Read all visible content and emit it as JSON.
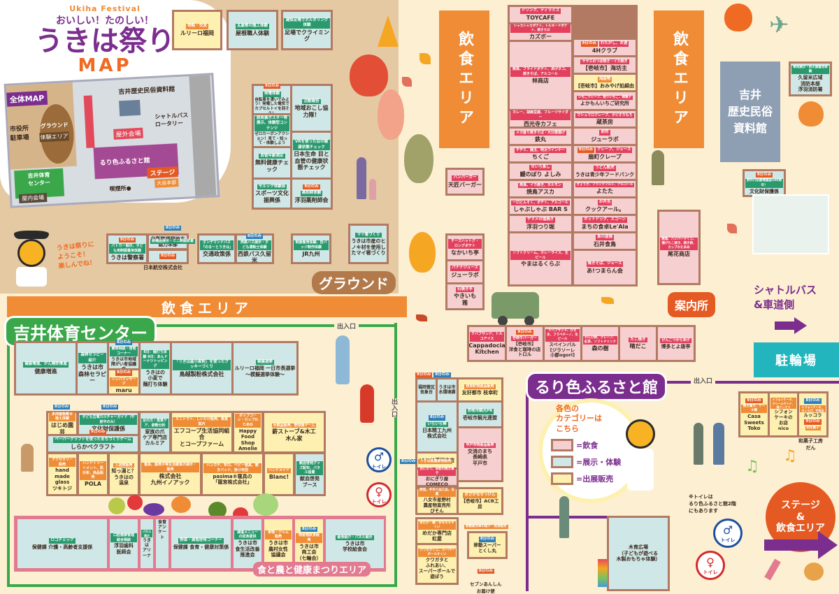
{
  "header": {
    "subtitle_en": "Ukiha Festival",
    "tagline": "おいしい！たのしい！",
    "title": "うきは祭り",
    "title_map": "MAP"
  },
  "overview_map": {
    "label": "全体MAP",
    "city_hall_parking": "市役所\n駐車場",
    "ground": "グラウンド",
    "experience_area": "体験エリア",
    "museum": "吉井歴史民俗資料館",
    "shuttle_rotary": "シャトルバス\nロータリー",
    "outdoor_venue": "屋外会場",
    "ruri_hall": "るり色ふるさと館",
    "stage": "ステージ",
    "hq": "大会本部",
    "gym": "吉井体育\nセンター",
    "indoor_venue": "屋内会場",
    "smoking_area": "喫煙所●"
  },
  "mascot": {
    "speech": "うきは祭りに\nようこそ！\n楽しんでね！"
  },
  "colors": {
    "food": "#f6cfd0",
    "exhibit": "#cfe7e6",
    "sales": "#fdf0b0",
    "orange": "#ef8c35",
    "purple": "#7b2e8e",
    "green": "#3aa84a",
    "teal": "#22b5be",
    "border": "#b27a63"
  },
  "ground_area": {
    "label": "グラウンド",
    "booths": [
      {
        "tags": [
          "物販・交流"
        ],
        "name": "ルリーロ福岡",
        "cat": "sales"
      },
      {
        "tags": [
          "瓦屋根の施工体験"
        ],
        "name": "屋根職人体験",
        "cat": "exhibit"
      },
      {
        "tags": [
          "建設足場でボルダリング体験"
        ],
        "name": "足場でクライミング",
        "cat": "exhibit"
      },
      {
        "tags": [
          "9日のみ",
          "発電体験"
        ],
        "name": "自転車を漕いでみよう！発電した電気でカプセルトイを回そう！",
        "cat": "exhibit"
      },
      {
        "tags": [
          "活動報告"
        ],
        "name": "地域おこし協力隊！",
        "cat": "exhibit"
      },
      {
        "tags": [
          "脱炭素ポスター等展示、体験型コンテンツ"
        ],
        "name": "ゼロカーボンアクション！見て・知って・体験しよう",
        "cat": "exhibit"
      },
      {
        "tags": [
          "VRを使った目の健康状態チェック"
        ],
        "name": "日本生命 目と血管の健康状態チェック",
        "cat": "exhibit"
      },
      {
        "tags": [
          "血管年齢測定"
        ],
        "name": "無料健康チェック",
        "cat": "exhibit"
      },
      {
        "tags": [
          "モルック体験会"
        ],
        "name": "スポーツ文化振興係",
        "cat": "exhibit"
      },
      {
        "tags": [
          "9日のみ",
          "薬剤師体験"
        ],
        "name": "浮羽薬剤師会",
        "cat": "exhibit"
      },
      {
        "tags": [
          "8日のみ",
          "装備品展示・ミニ制服試着"
        ],
        "name": "自衛隊福岡地方協力本部",
        "cat": "exhibit"
      },
      {
        "tags": [
          "9日のみ",
          "パトカー展示、子ども用制服着用体験"
        ],
        "name": "うきは警察署",
        "cat": "exhibit"
      },
      {
        "tags": [
          "9日のみ",
          "JAL制服着せ替え体験、カプセルトイ"
        ],
        "name": "日本航空株式会社",
        "cat": "exhibit"
      },
      {
        "tags": [
          "オンデマンドバス「のるーとうきは」"
        ],
        "name": "交通政策係",
        "cat": "exhibit"
      },
      {
        "tags": [
          "8日のみ",
          "西鉄バス展示・子ども運転士体験"
        ],
        "name": "西鉄バス久留米",
        "cat": "exhibit"
      },
      {
        "tags": [
          "制服着用体験、缶バッジ制作体験"
        ],
        "name": "JR九州",
        "cat": "exhibit"
      },
      {
        "tags": [
          "マイ箸づくり"
        ],
        "name": "うきは市産のヒノキ材を使用したマイ箸づくり",
        "cat": "exhibit"
      }
    ]
  },
  "food_banner": {
    "label": "飲食エリア"
  },
  "gym": {
    "title": "吉井体育センター",
    "entrance": "出入口",
    "side_entrance": "出入口",
    "row1": [
      {
        "tags": [
          "健康増進、がん検診推進"
        ],
        "name": "健康増進",
        "cat": "exhibit"
      },
      {
        "tags": [
          "森林セラピー紹介"
        ],
        "name": "うきは市\n森林セラピー",
        "cat": "exhibit"
      },
      {
        "tags": [
          "8日のみ",
          "療育相談・啓発コーナー"
        ],
        "name": "うきは市地域障がい者協議会",
        "cat": "exhibit"
      },
      {
        "tags": [
          "9日のみ",
          "リンパマッサージ"
        ],
        "name": "maru",
        "cat": "sales"
      },
      {
        "tags": [
          "8日：麺打ち体験 9日：あんドーナツトッピング"
        ],
        "name": "うきはの\n小麦で\n麺打ち体験",
        "cat": "exhibit"
      },
      {
        "tags": [
          "「うきは産小麦粉」を使ったクッキーづくり"
        ],
        "name": "鳥越製粉株式会社",
        "cat": "exhibit"
      },
      {
        "tags": [
          "模擬選挙"
        ],
        "name": "ルリーロ福岡 一日市長選挙\n〜模擬選挙体験〜",
        "cat": "exhibit"
      }
    ],
    "row2": [
      {
        "tags": [
          "8日のみ",
          "多肉植物寄せ植え体験"
        ],
        "name": "はじめ園芸",
        "cat": "sales"
      },
      {
        "tags": [
          "8日のみ",
          "子ども古墳カルチャーガイド（午前中のみ）"
        ],
        "name": "文化財保護係",
        "cat": "exhibit"
      },
      {
        "tags": [
          "9日のみ",
          "ペーパークラフトを使ったまちづくりゲーム"
        ],
        "name": "しらかベクラフト",
        "cat": "exhibit"
      },
      {
        "tags": [
          "足の爪・角質ケア、姿勢分析"
        ],
        "name": "家族の爪\nケア専門店\nカルミア",
        "cat": "exhibit"
      },
      {
        "tags": [
          "ミニトマト、しいたけ販売、事業案内"
        ],
        "name": "エフコープ生活協同組合\nとコープファーム",
        "cat": "sales"
      },
      {
        "tags": [
          "ポップコーン・カップわたあめ"
        ],
        "name": "Happy\nFood\nShop\nAmelie",
        "cat": "sales"
      },
      {
        "tags": [
          "木製品販売、野球盤ゲーム"
        ],
        "name": "薪ストーブ&木工\n木ん家",
        "cat": "sales"
      }
    ],
    "row3": [
      {
        "tags": [
          "アクセサリー販売"
        ],
        "name": "hand made\nglass\nツキトジ",
        "cat": "sales"
      },
      {
        "tags": [
          "ハンドトリートメント、肌分析、商品販売"
        ],
        "name": "POLA",
        "cat": "sales"
      },
      {
        "tags": [
          "入浴剤販売"
        ],
        "name": "知っ湯と？\nうきはの\n温泉",
        "cat": "sales"
      },
      {
        "tags": [
          "寝具、座椅子等生活雑貨の展示・販売"
        ],
        "name": "株式会社\n九州イノアック",
        "cat": "sales"
      },
      {
        "tags": [
          "ハンカチ、布巾、ベビー寝具、敷きパッド、掛け布団"
        ],
        "name": "pasima®寝具の\n「龍宮株式会社」",
        "cat": "sales"
      },
      {
        "tags": [
          "ハンドメイド"
        ],
        "name": "Blanc!",
        "cat": "sales"
      },
      {
        "tags": [
          "献血啓発グッズ配布、パネル設置"
        ],
        "name": "献血啓発\nブース",
        "cat": "exhibit"
      }
    ],
    "health_area": {
      "title": "食と農と健康まつりエリア",
      "booths": [
        {
          "tags": [
            "ロコチェック"
          ],
          "name": "保健課 介護・高齢者支援係",
          "cat": "exhibit"
        },
        {
          "tags": [
            "口腔健康管理総合相談"
          ],
          "name": "浮羽歯科\n医師会",
          "cat": "exhibit"
        },
        {
          "tags": [
            "パネル展示"
          ],
          "name": "うきは\nアリーナ",
          "cat": "exhibit"
        },
        {
          "tags": [],
          "name": "食育\nアンケート",
          "cat": "exhibit"
        },
        {
          "tags": [
            "野菜・減塩啓発コーナー"
          ],
          "name": "保健課 食育・健康対策係",
          "cat": "exhibit"
        },
        {
          "tags": [
            "減塩メニューの試食提供"
          ],
          "name": "うきは市\n食生活改善\n推進会",
          "cat": "exhibit"
        },
        {
          "tags": [
            "果物・ジャム販売"
          ],
          "name": "うきは市\n農村女性\n協議会",
          "cat": "sales"
        },
        {
          "tags": [
            "8日のみ",
            "特産物試食販売"
          ],
          "name": "うきは市\n商工会\n（七輪会）",
          "cat": "sales"
        },
        {
          "tags": [
            "給食紹介・パネル展示"
          ],
          "name": "うきは市\n学校給食会",
          "cat": "exhibit"
        }
      ]
    },
    "toilet_label": "トイレ"
  },
  "food_area": {
    "pillar_label": "飲食エリア",
    "left_col": [
      {
        "tags": [
          "ドリンク、ティラミス"
        ],
        "name": "TOYCAFE"
      },
      {
        "tags": [
          "シャカシャカポテト、トルネードポテト、焼きそば"
        ],
        "name": "カズボー"
      },
      {
        "tags": [
          "焼鳥、フライドポテト、あげタコ、焼きそば、アルコール"
        ],
        "name": "林商店"
      },
      {
        "tags": [
          "カレー、胡麻豆腐、フルーツサイダー"
        ],
        "name": "西光寺カフェ"
      },
      {
        "tags": [
          "メガ盛り焼きそば・大分唐揚げ"
        ],
        "name": "鉄丸"
      },
      {
        "tags": [
          "チヂミ、麺玉、明太ウインナー"
        ],
        "name": "ちくご"
      },
      {
        "tags": [
          "せいろ蒸し"
        ],
        "name": "鰻のぼり よしみ"
      },
      {
        "tags": [
          "焼鳥、イカ焼き、ホルモン"
        ],
        "name": "焼鳥アスカ"
      },
      {
        "tags": [
          "一口とんそく、ポテト、アルコール"
        ],
        "name": "しゃぶしゃぶ BAR S"
      },
      {
        "tags": [
          "ヤマメの塩焼き"
        ],
        "name": "浮羽つり堀"
      },
      {
        "tags": [
          "ソフトクリーム、カレーライス、生ビール"
        ],
        "name": "やまはるくらぶ"
      }
    ],
    "right_col": [
      {
        "tags": [
          "9日のみ",
          "わたがし、お酒"
        ],
        "name": "4Hクラブ",
        "cat": "food"
      },
      {
        "tags": [
          "サザエのつぼ焼き・イカ焼き"
        ],
        "name": "【壱岐市】海坊主",
        "cat": "food"
      },
      {
        "tags": [
          "海産物"
        ],
        "name": "【壱岐市】おみやげ処綿由",
        "cat": "sales"
      },
      {
        "tags": [
          "いちごクレープ、削りいちご、綿菓子"
        ],
        "name": "よかもんいちご研究所",
        "cat": "food"
      },
      {
        "tags": [
          "マシュマロクレープ、タピオカもち"
        ],
        "name": "蔵茶房",
        "cat": "food"
      },
      {
        "tags": [
          "射的"
        ],
        "name": "ジューラボ",
        "cat": "food"
      },
      {
        "tags": [
          "9日のみ",
          "クレープ、ジュース"
        ],
        "name": "扇町クレープ",
        "cat": "food"
      },
      {
        "tags": [
          "うどん販売"
        ],
        "name": "うきは青少年フードバンク",
        "cat": "food"
      },
      {
        "tags": [
          "ぎょうざ、フランクフルト、アルコール"
        ],
        "name": "よたた",
        "cat": "food"
      },
      {
        "tags": [
          "お弁当"
        ],
        "name": "クックアール。",
        "cat": "food"
      },
      {
        "tags": [
          "ホットドッグ、スコーン"
        ],
        "name": "まちの食卓Le'Ala",
        "cat": "food"
      },
      {
        "tags": [
          "鳥の唐揚"
        ],
        "name": "石井食鳥",
        "cat": "food"
      },
      {
        "tags": [
          "焼きそば、ジュース"
        ],
        "name": "あ!つまらん会",
        "cat": "food"
      }
    ],
    "side_booths": [
      {
        "tags": [
          "ハンバーガー"
        ],
        "name": "天匠バーガー"
      },
      {
        "tags": [
          "チーズハットグ・ロングポテト"
        ],
        "name": "なかいち亭"
      },
      {
        "tags": [
          "バナナジュース"
        ],
        "name": "ジューラボ"
      },
      {
        "tags": [
          "石焼き芋"
        ],
        "name": "やきいも\n雅"
      }
    ],
    "bottom_row": [
      {
        "tags": [
          "ケバブサンド、トルコアイス"
        ],
        "name": "Cappadocia\nKitchen"
      },
      {
        "tags": [
          "9日のみ",
          "壱岐牛バーガー"
        ],
        "name": "【壱岐市】\n洋食と珈琲の店\nトロル"
      },
      {
        "tags": [
          "ケバブサンド、かき氷、フラペチーノ、生ビール"
        ],
        "name": "スペインバル\n[ジラソーレ\n小郡ogori]"
      },
      {
        "tags": [
          "わらび餅、クレープ、紅茶、ソフトドリンク"
        ],
        "name": "森の樹"
      },
      {
        "tags": [
          "たこ焼き"
        ],
        "name": "晴だこ"
      },
      {
        "tags": [
          "げんこつからあげ"
        ],
        "name": "博多とよ唐亭"
      }
    ],
    "osaki": {
      "tags": [
        "焼鳥、ハンバーグくじ、揚げたこ焼き、焼き餅、カップわたあめ"
      ],
      "name": "尾花商店"
    }
  },
  "right_side": {
    "pillar_label": "飲食エリア",
    "museum": "吉井\n歴史民俗\n資料館",
    "fire_dept": {
      "tags": [
        "車両展示・防火服着用体験"
      ],
      "name": "久留米広域\n消防本部\n浮羽消防署"
    },
    "culture": {
      "tags": [
        "9日のみ",
        "野外円形劇場建設100周年！"
      ],
      "name": "文化財保護係"
    },
    "info_center": "案内所",
    "shuttle": "シャトルバス\n&車道側",
    "bicycle_parking": "駐輪場"
  },
  "center_strip": {
    "booths": [
      {
        "tags": [
          "9日のみ",
          "雷や竜巻の作成実験"
        ],
        "name": "福岡管区\n気象台",
        "cat": "exhibit"
      },
      {
        "tags": [
          "8日のみ",
          "生物多様性展示、釣り・クラフト体験"
        ],
        "name": "うきは市\n水環境課",
        "cat": "exhibit"
      },
      {
        "tags": [
          "枝幸町特産品販売"
        ],
        "name": "友好都市 枝幸町",
        "cat": "sales"
      },
      {
        "tags": [
          "8日のみ",
          "いらいら棒"
        ],
        "name": "日本精工九州\n株式会社",
        "cat": "exhibit"
      },
      {
        "tags": [
          "壱岐市観光PR"
        ],
        "name": "壱岐市観光連盟",
        "cat": "exhibit"
      },
      {
        "tags": [
          "平戸市特産品販売"
        ],
        "name": "交流のまち\n長崎県\n平戸市",
        "cat": "food"
      },
      {
        "tags": [
          "8日のみ",
          "うきは産農産物販売"
        ],
        "name": "JAにじ浮羽支店",
        "cat": "sales"
      },
      {
        "tags": [
          "9日のみ",
          "おにぎり、米粉の焼き菓子"
        ],
        "name": "おにぎり屋COMECO",
        "cat": "food"
      },
      {
        "tags": [
          "野菜、手作り加工品、玉露"
        ],
        "name": "八女市星野村\n農産物直売所\nびそん",
        "cat": "sales"
      },
      {
        "tags": [
          "おさかなせっけん"
        ],
        "name": "【壱岐市】ACB工房",
        "cat": "sales"
      },
      {
        "tags": [
          "めだか・鯉・おもちゃすくい"
        ],
        "name": "めだか専門店\n虹屋",
        "cat": "sales"
      },
      {
        "tags": [
          "クワガタくじ、スーパーボールすくい"
        ],
        "name": "クワガタと\nふれあい、\nスーパーボールで\n遊ぼう",
        "cat": "sales"
      },
      {
        "tags": [
          "移動販売車の紹介・実演販売",
          "8日のみ"
        ],
        "name": "移動スーパー\nとくし丸",
        "cat": "sales"
      },
      {
        "tags": [
          "9日のみ"
        ],
        "name": "セブンあんしん\nお届け便",
        "cat": "sales"
      }
    ]
  },
  "ruri_hall": {
    "title": "るり色ふるさと館",
    "entrance": "出入口",
    "legend_title": "各色の\nカテゴリーは\nこちら",
    "legend": [
      {
        "label": "=飲食",
        "cat": "food"
      },
      {
        "label": "=展示・体験",
        "cat": "exhibit"
      },
      {
        "label": "=出展販売",
        "cat": "sales"
      }
    ],
    "sweets": [
      {
        "tags": [
          "9日のみ",
          "焼き菓子、ケーキ類"
        ],
        "name": "Casa\nSweets\nToko"
      },
      {
        "tags": [
          "シフォンケーキ、クリームサンド、焼ドーナツ"
        ],
        "name": "シフォン\nケーキの\nお店\nnico"
      },
      {
        "tags": [
          "8日のみ",
          "シフォンケーキ、きくらげ、手芸品"
        ],
        "name": "ルッコラ"
      },
      {
        "tags": [
          "9日のみ",
          "和生菓子"
        ],
        "name": "和菓子工房\nだん"
      }
    ],
    "wood_plaza": "木育広場\n（子どもが遊べる\n木製おもちゃ体験）",
    "toilet_note": "※トイレは\nるり色ふるさと館2階\nにもあります",
    "toilet_label": "トイレ",
    "stage_food": "ステージ\n&\n飲食エリア"
  }
}
